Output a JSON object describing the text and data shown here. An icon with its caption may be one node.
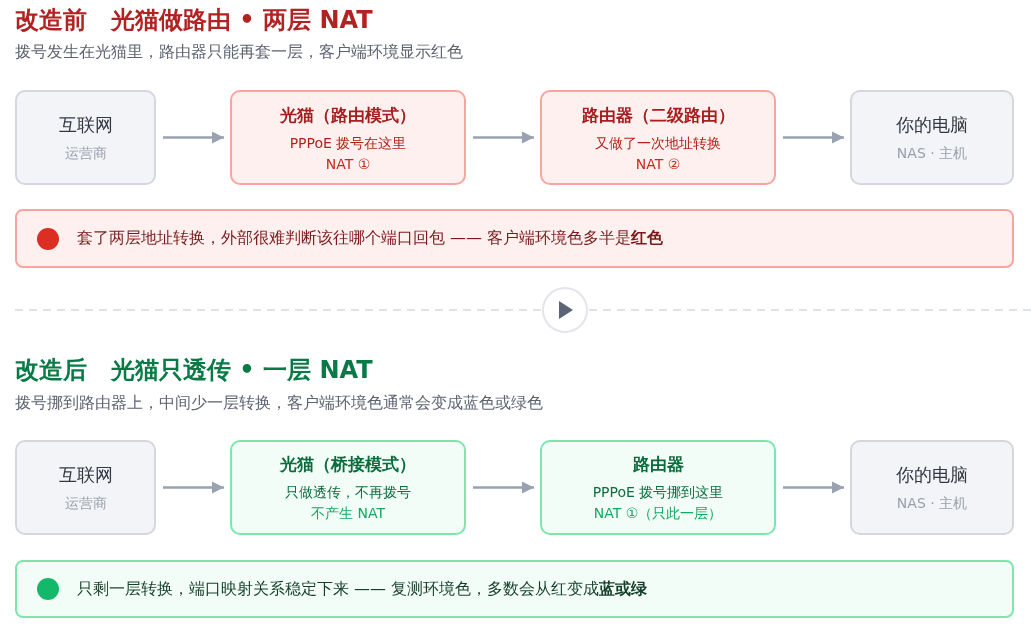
{
  "diagram": {
    "nodes": [
      {
        "text": [
          "互联网",
          "运营商"
        ]
      },
      {
        "text": [
          "光猫（路由模式）",
          "PPPoE 拨号在这里",
          "NAT ①"
        ]
      },
      {
        "text": [
          "路由器（二级路由）",
          "又做了一次地址转换",
          "NAT ②"
        ]
      },
      {
        "text": [
          "你的电脑",
          "NAS · 主机"
        ]
      },
      {
        "text": [
          "套了两层地址转换，外部很难判断该往哪个端口回包 —— 客户端环境色多半是**红色**"
        ]
      },
      {
        "text": [
          "互联网",
          "运营商"
        ]
      },
      {
        "text": [
          "光猫（桥接模式）",
          "只做透传，不再拨号",
          "不产生 NAT"
        ]
      },
      {
        "text": [
          "路由器",
          "PPPoE 拨号挪到这里",
          "NAT ①（只此一层）"
        ]
      },
      {
        "text": [
          "你的电脑",
          "NAS · 主机"
        ]
      },
      {
        "text": [
          "只剩一层转换，端口映射关系稳定下来 —— 复测环境色，多数会从红变成**蓝或绿**"
        ]
      }
    ],
    "edges": [
      {
        "from": 0,
        "to": 1,
        "arrow": "to"
      },
      {
        "from": 1,
        "to": 2,
        "arrow": "to"
      },
      {
        "from": 2,
        "to": 3,
        "arrow": "to"
      },
      {
        "from": 5,
        "to": 6,
        "arrow": "to"
      },
      {
        "from": 6,
        "to": 7,
        "arrow": "to"
      },
      {
        "from": 7,
        "to": 8,
        "arrow": "to"
      }
    ],
    "labels": [
      "改造前　光猫做路由 • 两层 NAT",
      "拨号发生在光猫里，路由器只能再套一层，客户端环境显示红色",
      "改造后　光猫只透传 • 一层 NAT",
      "拨号挪到路由器上，中间少一层转换，客户端环境色通常会变成蓝色或绿色"
    ]
  }
}
